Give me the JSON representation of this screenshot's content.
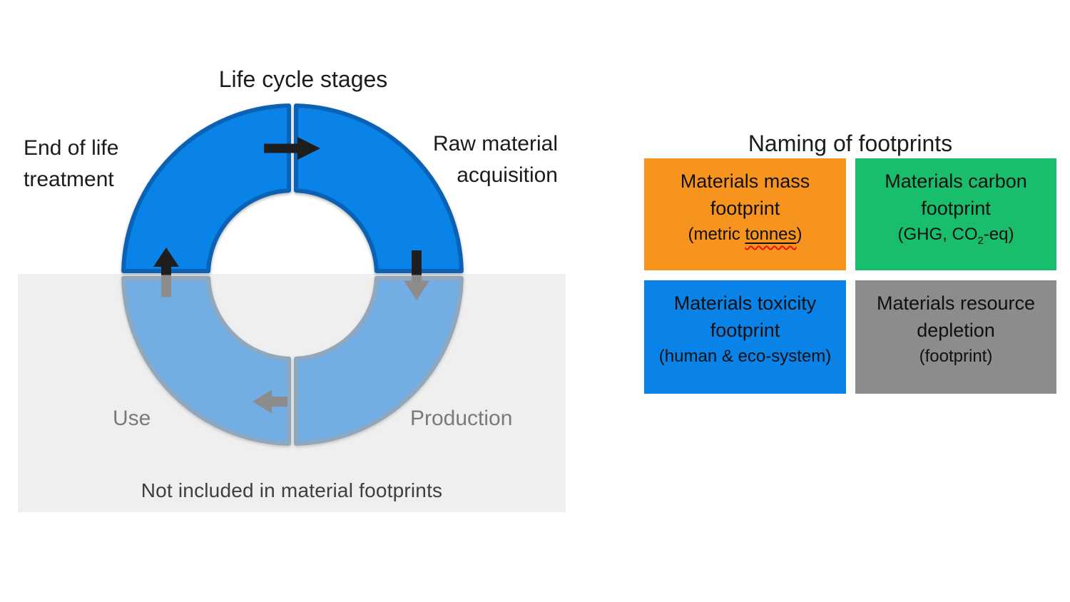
{
  "diagram": {
    "title": "Life cycle stages",
    "stages": [
      {
        "id": "raw-material",
        "label": "Raw material acquisition",
        "label_lines": [
          "Raw material",
          "acquisition"
        ],
        "included": true
      },
      {
        "id": "production",
        "label": "Production",
        "included": false
      },
      {
        "id": "use",
        "label": "Use",
        "included": false
      },
      {
        "id": "end-of-life",
        "label": "End of life treatment",
        "label_lines": [
          "End of life",
          "treatment"
        ],
        "included": true
      }
    ],
    "excluded_note": "Not included in material footprints",
    "colors": {
      "included_fill": "#0983E8",
      "included_stroke": "#0B62B4",
      "excluded_fill": "#72AEE3",
      "excluded_stroke": "#90A8BE",
      "excluded_bg": "#EFEFEF",
      "arrow_dark": "#1E1E1E",
      "arrow_gray": "#8C8C8C"
    }
  },
  "legend": {
    "title": "Naming of footprints",
    "boxes": [
      {
        "id": "mass",
        "name_lines": [
          "Materials mass",
          "footprint"
        ],
        "detail_prefix": "(metric ",
        "detail_underlined": "tonnes",
        "detail_suffix": ")",
        "color": "#F7941D"
      },
      {
        "id": "carbon",
        "name_lines": [
          "Materials carbon",
          "footprint"
        ],
        "detail_prefix": "(GHG, CO",
        "detail_sub": "2",
        "detail_suffix": "-eq)",
        "color": "#18BE6B"
      },
      {
        "id": "toxicity",
        "name_lines": [
          "Materials toxicity",
          "footprint"
        ],
        "detail": "(human & eco-system)",
        "color": "#0983E8"
      },
      {
        "id": "resource-depletion",
        "name_lines": [
          "Materials resource",
          "depletion"
        ],
        "detail": "(footprint)",
        "color": "#8C8C8C"
      }
    ]
  }
}
